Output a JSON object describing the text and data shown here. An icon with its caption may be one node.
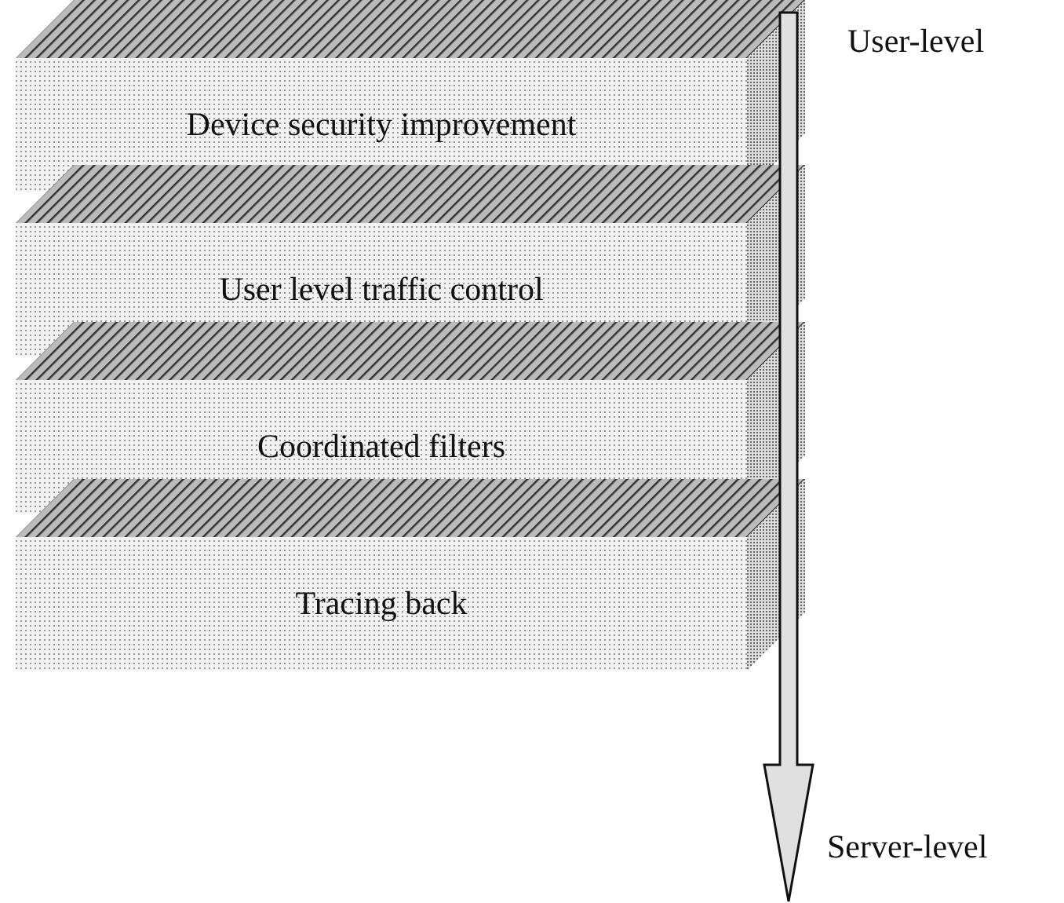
{
  "diagram": {
    "nodes": [
      {
        "text": [
          "Device security improvement"
        ]
      },
      {
        "text": [
          "User level traffic control"
        ]
      },
      {
        "text": [
          "Coordinated filters"
        ]
      },
      {
        "text": [
          "Tracing back"
        ]
      }
    ],
    "labels": [
      "User-level",
      "Server-level"
    ]
  }
}
